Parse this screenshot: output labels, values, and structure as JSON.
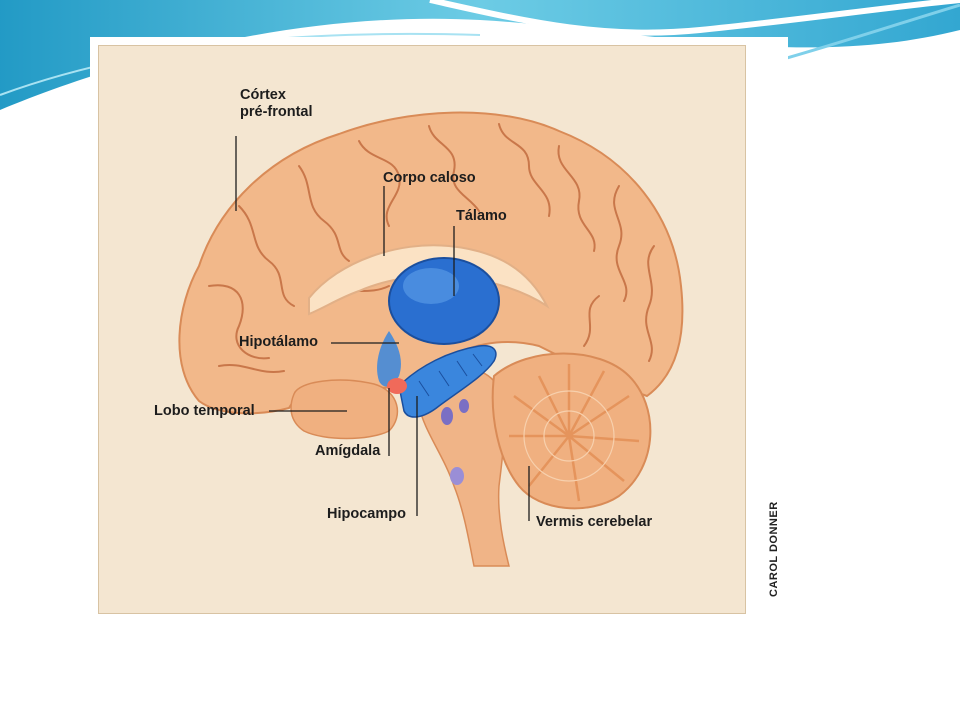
{
  "diagram": {
    "labels": {
      "cortex_prefrontal": "Córtex\npré-frontal",
      "corpo_caloso": "Corpo caloso",
      "talamo": "Tálamo",
      "hipotalamo": "Hipotálamo",
      "lobo_temporal": "Lobo temporal",
      "amigdala": "Amígdala",
      "hipocampo": "Hipocampo",
      "vermis_cerebelar": "Vermis cerebelar"
    },
    "credit": "CAROL DONNER"
  },
  "colors": {
    "brain": "#f2b88a",
    "brain_outline": "#d98b57",
    "gyri": "#c9774a",
    "thalamus_blue": "#2a6fd0",
    "hippocampus_blue": "#3a86dd",
    "amygdala": "#f06a5a",
    "panel": "#f4e6d1",
    "slide_accent": "#4fb6d9"
  }
}
